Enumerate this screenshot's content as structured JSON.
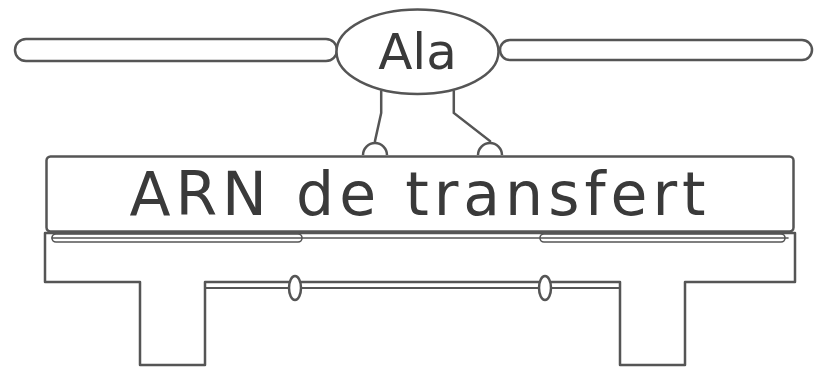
{
  "diagram": {
    "nodes": [
      {
        "text": [
          "Ala"
        ]
      },
      {
        "text": [
          "ARN de transfert"
        ]
      }
    ],
    "edges": [
      {
        "from": 0,
        "to": 1,
        "arrow": "none"
      },
      {
        "from": 0,
        "to": 1,
        "arrow": "none"
      }
    ]
  }
}
